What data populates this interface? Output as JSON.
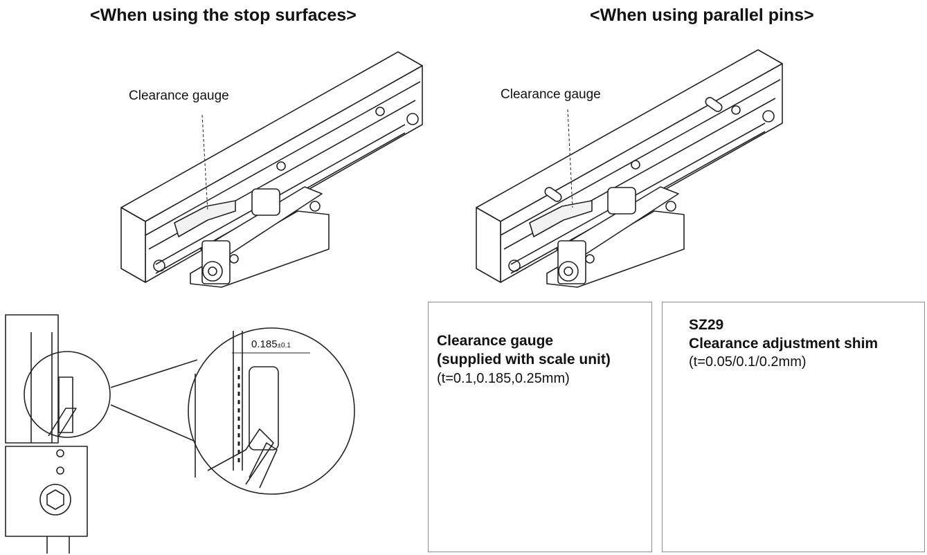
{
  "headings": {
    "left": "<When using the stop surfaces>",
    "right": "<When using parallel pins>"
  },
  "callouts": {
    "left": "Clearance gauge",
    "right": "Clearance gauge"
  },
  "detail": {
    "dimension_main": "0.185",
    "dimension_tol": "±0.1"
  },
  "gauge_panel": {
    "title_line1": "Clearance gauge",
    "title_line2": "(supplied with scale unit)",
    "spec": "(t=0.1,0.185,0.25mm)"
  },
  "shim_panel": {
    "code": "SZ29",
    "title": "Clearance adjustment shim",
    "spec": "(t=0.05/0.1/0.2mm)"
  },
  "colors": {
    "line": "#222222",
    "shim_green": "#2fb84a",
    "shim_green_dark": "#1c7a30",
    "scale_body": "#4a4a5a",
    "panel_border": "#8c8c8c"
  }
}
